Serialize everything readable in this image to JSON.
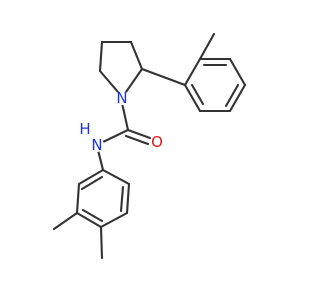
{
  "colors": {
    "bond": "#333333",
    "nitrogen": "#1f35d6",
    "oxygen": "#e21a1a",
    "background": "#ffffff"
  },
  "labels": {
    "ring_nitrogen": "N",
    "carbonyl_oxygen": "O",
    "amide_nh": "N",
    "amide_h": "H"
  }
}
